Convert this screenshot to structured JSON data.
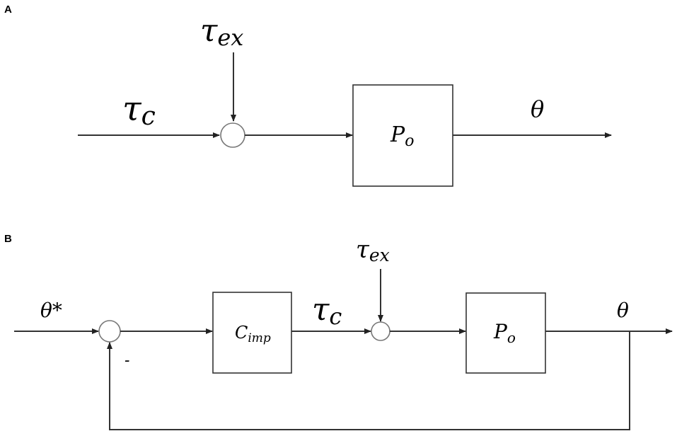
{
  "panels": {
    "a": {
      "label": "A",
      "tau_ex": {
        "base": "τ",
        "sub": "ex"
      },
      "tau_c": {
        "base": "τ",
        "sub": "c"
      },
      "plant": {
        "base": "P",
        "sub": "o"
      },
      "output": "θ"
    },
    "b": {
      "label": "B",
      "reference": "θ*",
      "minus": "-",
      "controller": {
        "base": "C",
        "sub": "imp"
      },
      "tau_c": {
        "base": "τ",
        "sub": "c"
      },
      "tau_ex": {
        "base": "τ",
        "sub": "ex"
      },
      "plant": {
        "base": "P",
        "sub": "o"
      },
      "output": "θ"
    }
  }
}
